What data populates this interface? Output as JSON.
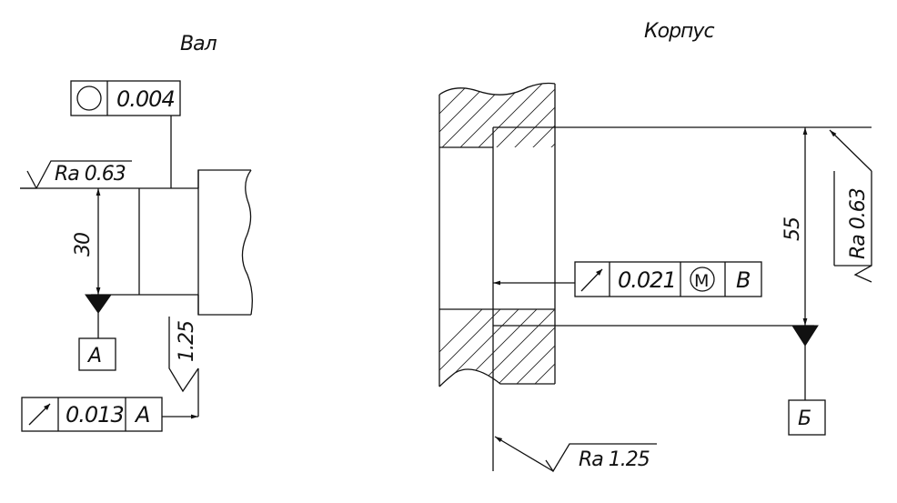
{
  "shaft": {
    "title": "Вал",
    "tolerance_top": {
      "symbol": "circle-icon",
      "value": "0.004"
    },
    "roughness_top": "Ra 0.63",
    "dimension": "30",
    "datum_label": "A",
    "roughness_face": "1.25",
    "tolerance_bottom": {
      "symbol": "runout-arrow-icon",
      "value": "0.013",
      "datum": "A"
    }
  },
  "housing": {
    "title": "Корпус",
    "dimension": "55",
    "roughness_right": "Ra 0.63",
    "tolerance": {
      "symbol": "runout-arrow-icon",
      "value": "0.021",
      "modifier": "M",
      "datum": "B"
    },
    "datum_label": "Б",
    "roughness_bottom": "Ra 1.25"
  }
}
